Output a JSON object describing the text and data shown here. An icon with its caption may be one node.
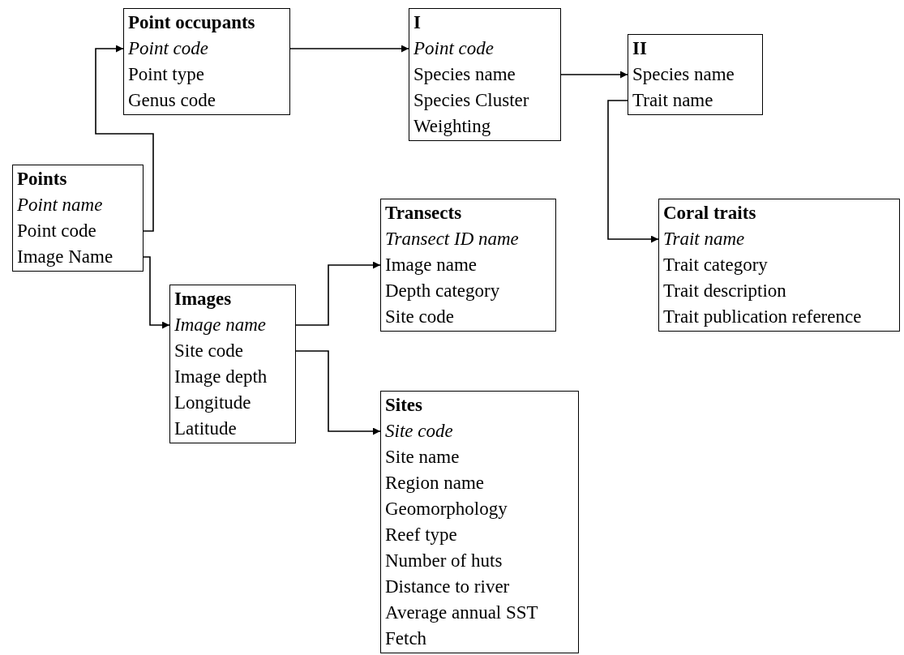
{
  "diagram": {
    "nodes": [
      {
        "text": [
          "Point occupants",
          "*Point code*",
          "Point type",
          "Genus code"
        ]
      },
      {
        "text": [
          "I",
          "*Point code*",
          "Species name",
          "Species Cluster",
          "Weighting"
        ]
      },
      {
        "text": [
          "II",
          "Species name",
          "Trait name"
        ]
      },
      {
        "text": [
          "Points",
          "*Point name*",
          "Point code",
          "Image Name"
        ]
      },
      {
        "text": [
          "Transects",
          "*Transect ID name*",
          "Image name",
          "Depth category",
          "Site code"
        ]
      },
      {
        "text": [
          "Coral traits",
          "*Trait name*",
          "Trait category",
          "Trait description",
          "Trait publication reference"
        ]
      },
      {
        "text": [
          "Images",
          "*Image name*",
          "Site code",
          "Image depth",
          "Longitude",
          "Latitude"
        ]
      },
      {
        "text": [
          "Sites",
          "*Site code*",
          "Site name",
          "Region name",
          "Geomorphology",
          "Reef type",
          "Number of huts",
          "Distance to river",
          "Average annual SST",
          "Fetch"
        ]
      }
    ],
    "edges": [
      {
        "from": 3,
        "to": 0,
        "arrow": "to"
      },
      {
        "from": 0,
        "to": 1,
        "arrow": "to"
      },
      {
        "from": 1,
        "to": 2,
        "arrow": "to"
      },
      {
        "from": 2,
        "to": 5,
        "arrow": "to"
      },
      {
        "from": 3,
        "to": 6,
        "arrow": "to"
      },
      {
        "from": 6,
        "to": 4,
        "arrow": "to"
      },
      {
        "from": 6,
        "to": 7,
        "arrow": "to"
      }
    ]
  }
}
